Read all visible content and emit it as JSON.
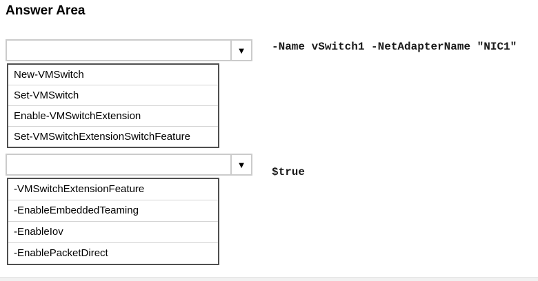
{
  "title": "Answer Area",
  "icons": {
    "dropdown_arrow": "▼"
  },
  "colors": {
    "list_border": "#4f4f4f",
    "combo_border": "#cbcbcb",
    "row_divider": "#d4d4d4",
    "footer_bar": "#f1f1f1"
  },
  "sections": [
    {
      "combo_value": "",
      "code": "-Name vSwitch1 -NetAdapterName \"NIC1\"",
      "options": [
        "New-VMSwitch",
        "Set-VMSwitch",
        "Enable-VMSwitchExtension",
        "Set-VMSwitchExtensionSwitchFeature"
      ]
    },
    {
      "combo_value": "",
      "code": "$true",
      "options": [
        "-VMSwitchExtensionFeature",
        "-EnableEmbeddedTeaming",
        "-EnableIov",
        "-EnablePacketDirect"
      ]
    }
  ]
}
